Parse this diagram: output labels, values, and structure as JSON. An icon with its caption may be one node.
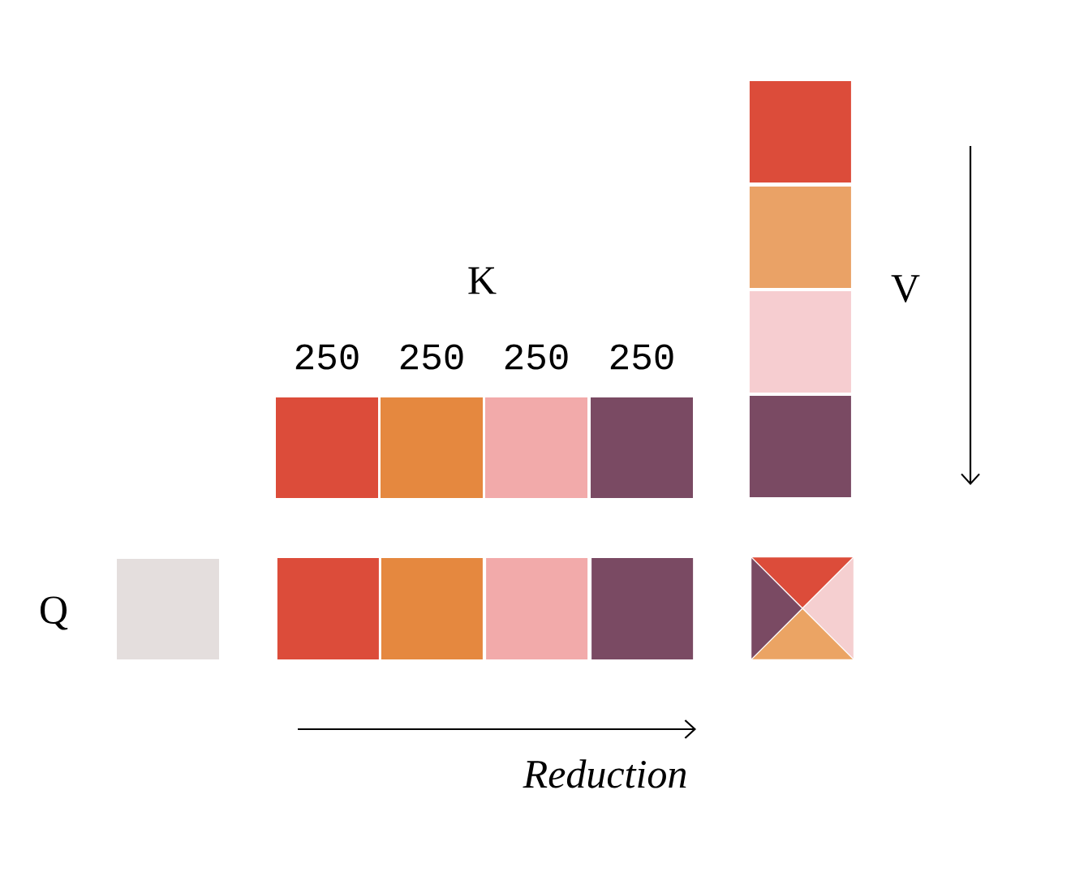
{
  "diagram": {
    "nodes": [
      {
        "text": [],
        "shape": "box",
        "beside": [
          "250"
        ]
      },
      {
        "text": [],
        "shape": "box",
        "beside": [
          "250"
        ]
      },
      {
        "text": [],
        "shape": "box",
        "beside": [
          "250"
        ]
      },
      {
        "text": [],
        "shape": "box",
        "beside": [
          "250"
        ]
      },
      {
        "text": [],
        "shape": "box"
      },
      {
        "text": [],
        "shape": "box"
      },
      {
        "text": [],
        "shape": "box"
      },
      {
        "text": [],
        "shape": "box"
      },
      {
        "text": [],
        "shape": "box"
      },
      {
        "text": [],
        "shape": "box"
      },
      {
        "text": [],
        "shape": "box"
      },
      {
        "text": [],
        "shape": "box"
      },
      {
        "text": [],
        "shape": "box"
      },
      {
        "text": [],
        "shape": "box"
      }
    ],
    "labels": [
      "K",
      "V",
      "Q",
      "Reduction"
    ]
  }
}
